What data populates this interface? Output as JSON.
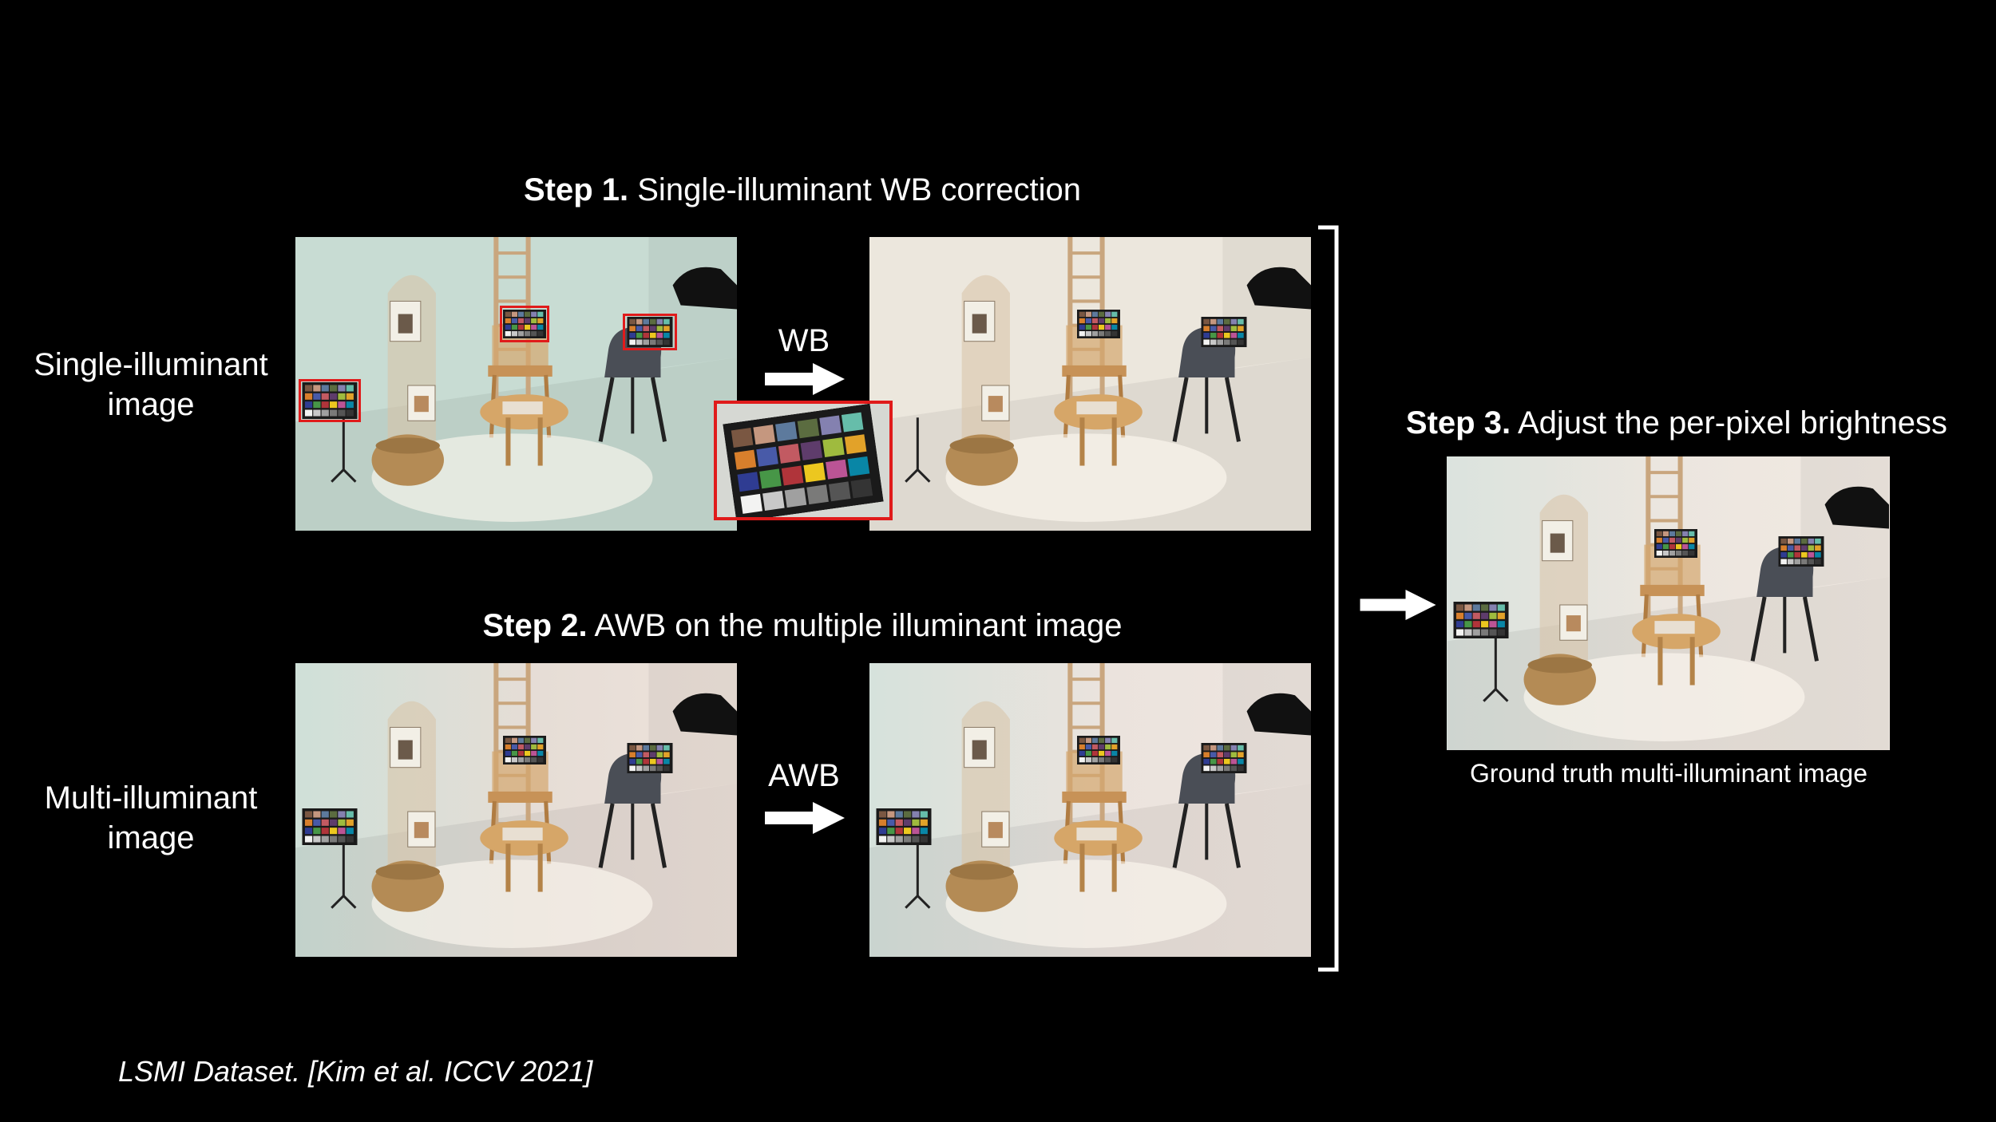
{
  "step1": {
    "bold": "Step 1.",
    "text": " Single-illuminant WB correction"
  },
  "step2": {
    "bold": "Step 2.",
    "text": " AWB on the multiple illuminant image"
  },
  "step3": {
    "bold": "Step 3.",
    "text": " Adjust the per-pixel brightness"
  },
  "labels": {
    "single_line1": "Single-illuminant",
    "single_line2": "image",
    "multi_line1": "Multi-illuminant",
    "multi_line2": "image"
  },
  "arrows": {
    "wb": "WB",
    "awb": "AWB"
  },
  "caption": "Ground truth multi-illuminant image",
  "citation": "LSMI Dataset. [Kim et al. ICCV 2021]",
  "colors": {
    "background": "#000000",
    "highlight_box": "#e01b1b",
    "tint_green": "#c9ddd4",
    "tint_neutral": "#ebe6dc",
    "tint_warm": "#efe4dc"
  }
}
